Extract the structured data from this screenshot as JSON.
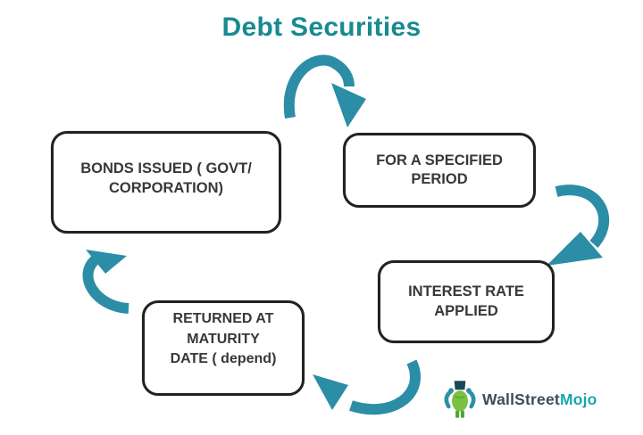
{
  "title": "Debt Securities",
  "diagram": {
    "boxes": [
      {
        "id": "bonds-issued",
        "lines": [
          "BONDS ISSUED ( GOVT/",
          "CORPORATION)"
        ]
      },
      {
        "id": "specified-period",
        "lines": [
          "FOR A SPECIFIED",
          "PERIOD"
        ]
      },
      {
        "id": "interest-rate",
        "lines": [
          "INTEREST RATE",
          "APPLIED"
        ]
      },
      {
        "id": "returned-maturity",
        "lines": [
          "RETURNED AT",
          "MATURITY",
          "DATE ( depend)"
        ]
      }
    ],
    "arrows": [
      {
        "id": "arrow-top",
        "from": "bonds-issued",
        "to": "specified-period"
      },
      {
        "id": "arrow-right",
        "from": "specified-period",
        "to": "interest-rate"
      },
      {
        "id": "arrow-bottom",
        "from": "interest-rate",
        "to": "returned-maturity"
      },
      {
        "id": "arrow-left",
        "from": "returned-maturity",
        "to": "bonds-issued"
      }
    ]
  },
  "logo": {
    "brand_primary": "WallStreet",
    "brand_accent": "Mojo"
  },
  "colors": {
    "title_teal": "#188A91",
    "arrow_teal": "#2C8DA6",
    "box_border": "#222222",
    "box_text": "#383838",
    "logo_primary": "#3E4C59",
    "logo_accent": "#18A5AE",
    "background": "#FFFFFF"
  }
}
